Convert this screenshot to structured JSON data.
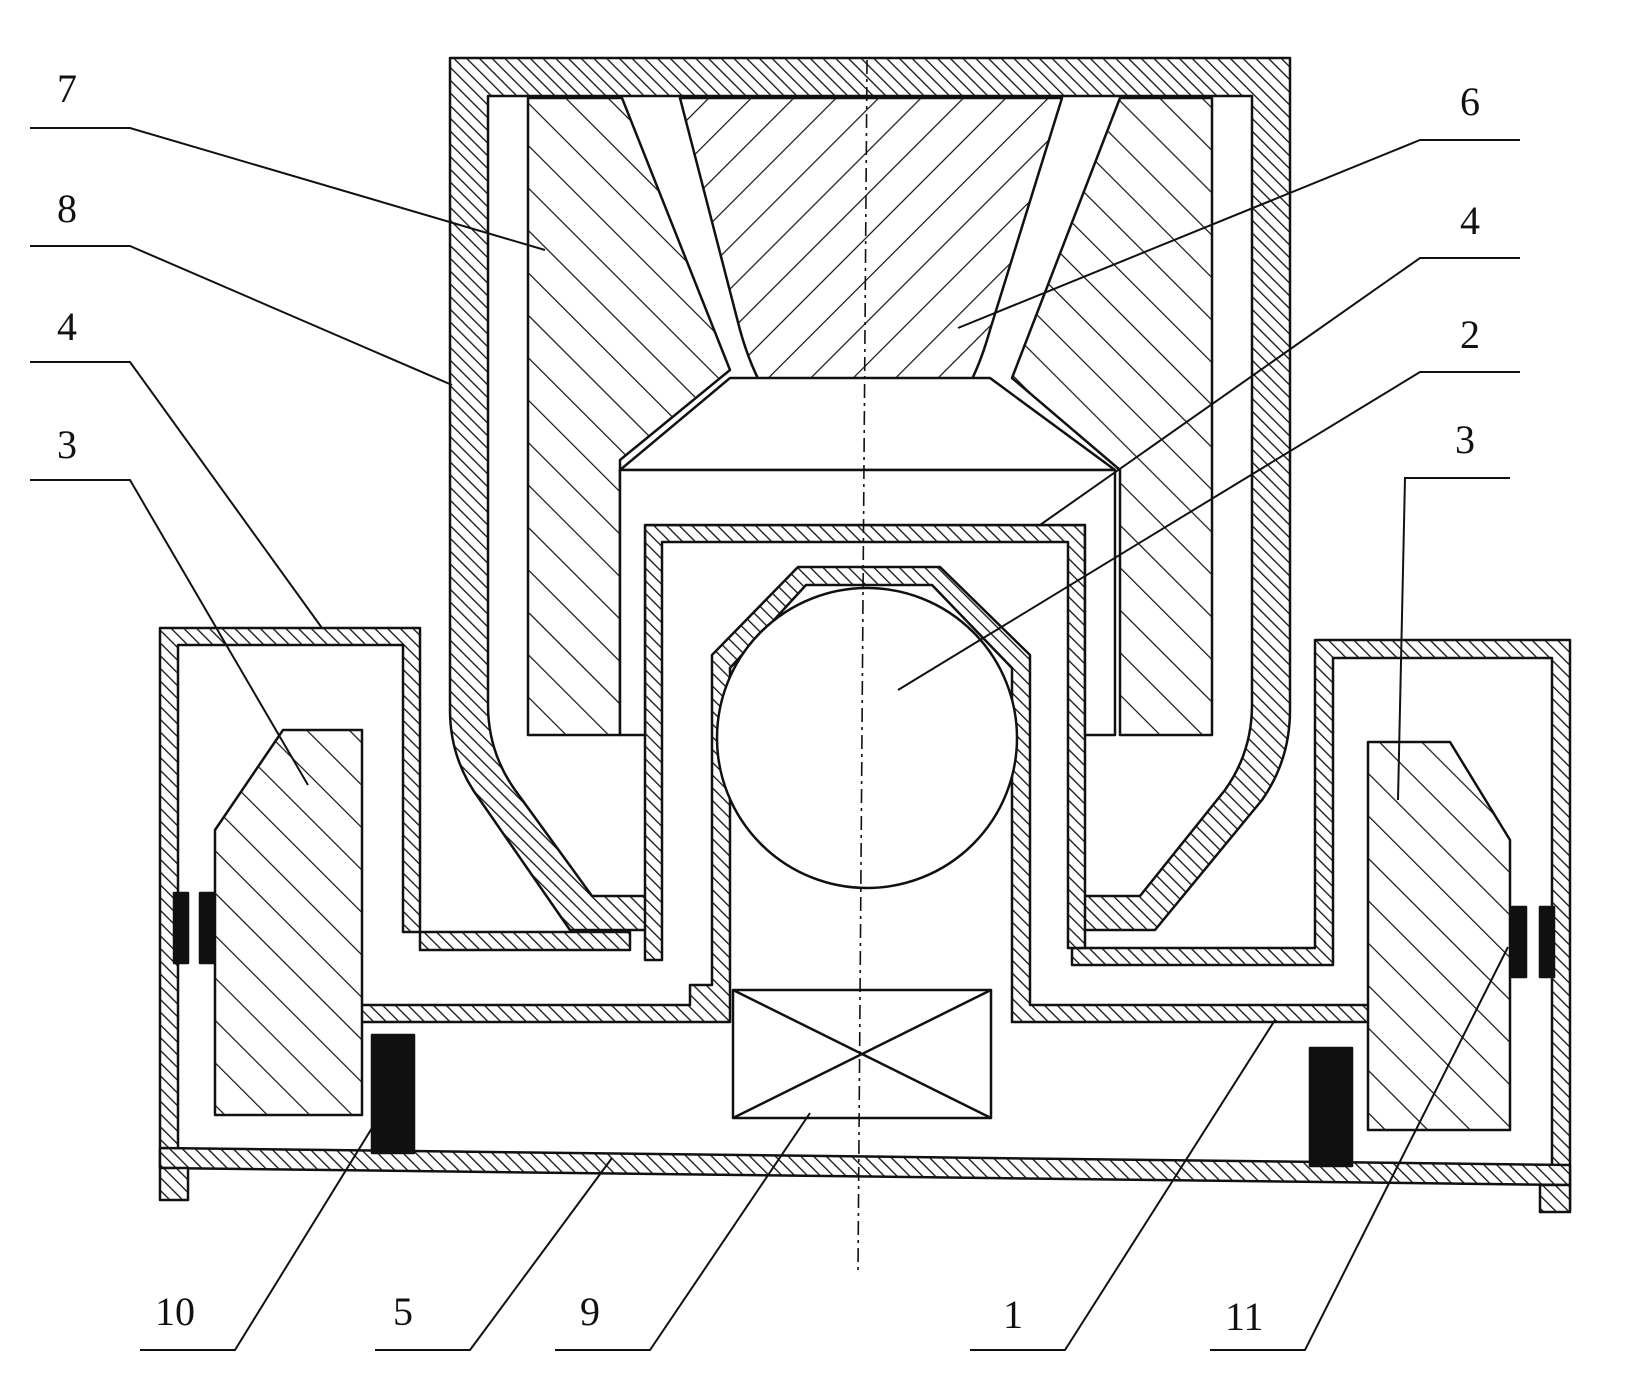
{
  "labels": {
    "l7": "7",
    "l8": "8",
    "l4_left": "4",
    "l3_left": "3",
    "l6": "6",
    "l4_right": "4",
    "l2": "2",
    "l3_right": "3",
    "l10": "10",
    "l5": "5",
    "l9": "9",
    "l1": "1",
    "l11": "11"
  },
  "colors": {
    "ink": "#111111",
    "paper": "#ffffff"
  }
}
